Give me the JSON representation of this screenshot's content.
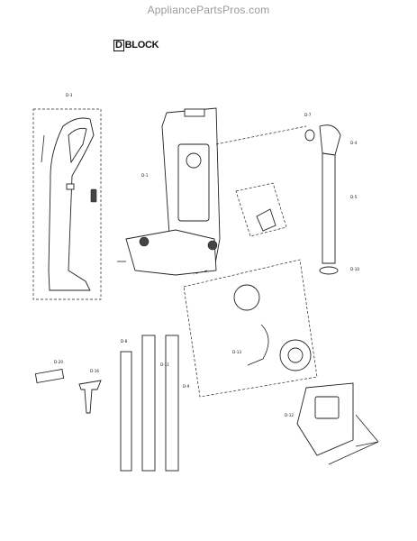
{
  "watermark": "AppliancePartsPros.com",
  "block": {
    "letter": "D",
    "word": "BLOCK"
  },
  "callouts": {
    "upper_handle": "D-3",
    "main_body": "D-1",
    "o_ring": "D-7",
    "hose_elbow": "D-4",
    "flexible_hose": "D-5",
    "hose_cuff": "D-10",
    "motor": "D-13",
    "wand_2": "D-11",
    "crevice_tool": "D-8",
    "wand_1": "D-9",
    "upholstery_tool": "D-20",
    "dusting_brush": "D-16",
    "rear_cover": "D-12"
  }
}
